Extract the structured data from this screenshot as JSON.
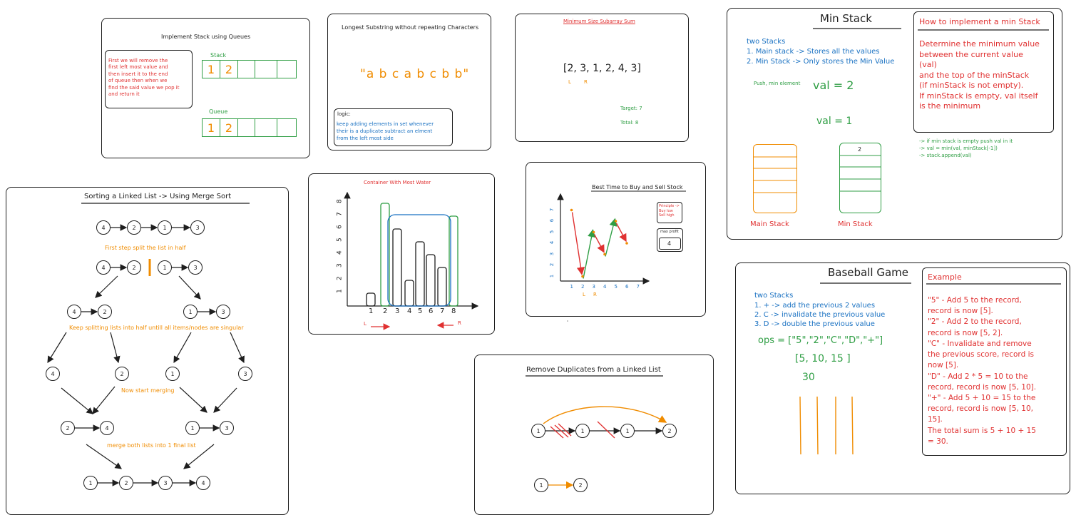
{
  "stack_queues": {
    "title": "Implement Stack using Queues",
    "note": "First we will remove the\nfirst left most value and\nthen insert it to the end\nof queue then when we\nfind the said value we pop it\nand return it",
    "stack_label": "Stack",
    "queue_label": "Queue",
    "stack_cells": [
      "1",
      "2",
      "",
      "",
      ""
    ],
    "queue_cells": [
      "1",
      "2",
      "",
      "",
      ""
    ]
  },
  "longest_substring": {
    "title": "Longest Substring without repeating Characters",
    "string": "\"a b c a b c b b\"",
    "logic_label": "logic:",
    "logic_text": "keep adding elements in set whenever\ntheir is a duplicate subtract an elment\nfrom the left most side"
  },
  "min_subarray": {
    "title": "Minimum Size Subarray Sum",
    "array": "[2, 3, 1, 2, 4, 3]",
    "l": "L",
    "r": "R",
    "target": "Target: 7",
    "total": "Total: 8"
  },
  "min_stack": {
    "title": "Min Stack",
    "two_stacks": "two Stacks",
    "line1": "1. Main stack -> Stores all the values",
    "line2": "2. Min Stack -> Only stores the Min Value",
    "push_label": "Push, min element",
    "val2": "val = 2",
    "val1": "val = 1",
    "min_top": "2",
    "main_label": "Main Stack",
    "min_label": "Min Stack",
    "howto_title": "How to implement a min Stack",
    "howto_text": "Determine the minimum value\nbetween the current value\n(val)\nand the top of the minStack\n(if minStack is not empty).\nIf minStack is empty, val itself\nis the minimum",
    "code": "-> if min stack is empty push val in it\n-> val = min(val, minStack[-1])\n-> stack.append(val)"
  },
  "merge_sort": {
    "title": "Sorting a Linked List -> Using Merge Sort",
    "row1": [
      "4",
      "2",
      "1",
      "3"
    ],
    "step1": "First step split the list in half",
    "row2": [
      "4",
      "2",
      "1",
      "3"
    ],
    "row3": [
      "4",
      "2",
      "1",
      "3"
    ],
    "step2": "Keep splitting lists into half untill all items/nodes are singular",
    "row4": [
      "4",
      "2",
      "1",
      "3"
    ],
    "step3": "Now start merging",
    "row5": [
      "2",
      "4",
      "1",
      "3"
    ],
    "step4": "merge both lists into 1 final list",
    "row6": [
      "1",
      "2",
      "3",
      "4"
    ]
  },
  "container_water": {
    "title": "Container With Most Water",
    "x_ticks": [
      "1",
      "2",
      "3",
      "4",
      "5",
      "6",
      "7",
      "8"
    ],
    "y_ticks": [
      "1",
      "2",
      "3",
      "4",
      "5",
      "6",
      "7",
      "8"
    ],
    "heights": [
      1,
      8,
      6,
      2,
      5,
      4,
      3,
      7
    ],
    "l": "L",
    "r": "R"
  },
  "stock": {
    "title": "Best Time to Buy and Sell Stock",
    "x_ticks": [
      "1",
      "2",
      "3",
      "4",
      "5",
      "6",
      "7"
    ],
    "y_ticks": [
      "1",
      "2",
      "3",
      "4",
      "5",
      "6",
      "7"
    ],
    "prices": [
      7,
      1,
      5,
      3,
      6,
      4
    ],
    "l": "L",
    "r": "R",
    "principle": "Principle ->\nBuy low\nSell high",
    "max_profit_label": "max profit",
    "max_profit": "4"
  },
  "remove_dups": {
    "title": "Remove Duplicates from a Linked List",
    "nodes": [
      "1",
      "1",
      "1",
      "2"
    ],
    "result": [
      "1",
      "2"
    ]
  },
  "baseball": {
    "title": "Baseball Game",
    "two_stacks": "two Stacks",
    "line1": "1. + -> add the previous 2 values",
    "line2": "2. C -> invalidate the previous value",
    "line3": "3. D -> double the previous value",
    "ops": "ops = [\"5\",\"2\",\"C\",\"D\",\"+\"]",
    "stack": "[5, 10, 15 ]",
    "sum": "30",
    "example_title": "Example",
    "example_text": "\"5\" - Add 5 to the record,\nrecord is now [5].\n\"2\" - Add 2 to the record,\nrecord is now [5, 2].\n\"C\" - Invalidate and remove\nthe previous score, record is\nnow [5].\n\"D\" - Add 2 * 5 = 10 to the\nrecord, record is now [5, 10].\n\"+\" - Add 5 + 10 = 15 to the\nrecord, record is now [5, 10,\n15].\nThe total sum is 5 + 10 + 15\n= 30."
  }
}
